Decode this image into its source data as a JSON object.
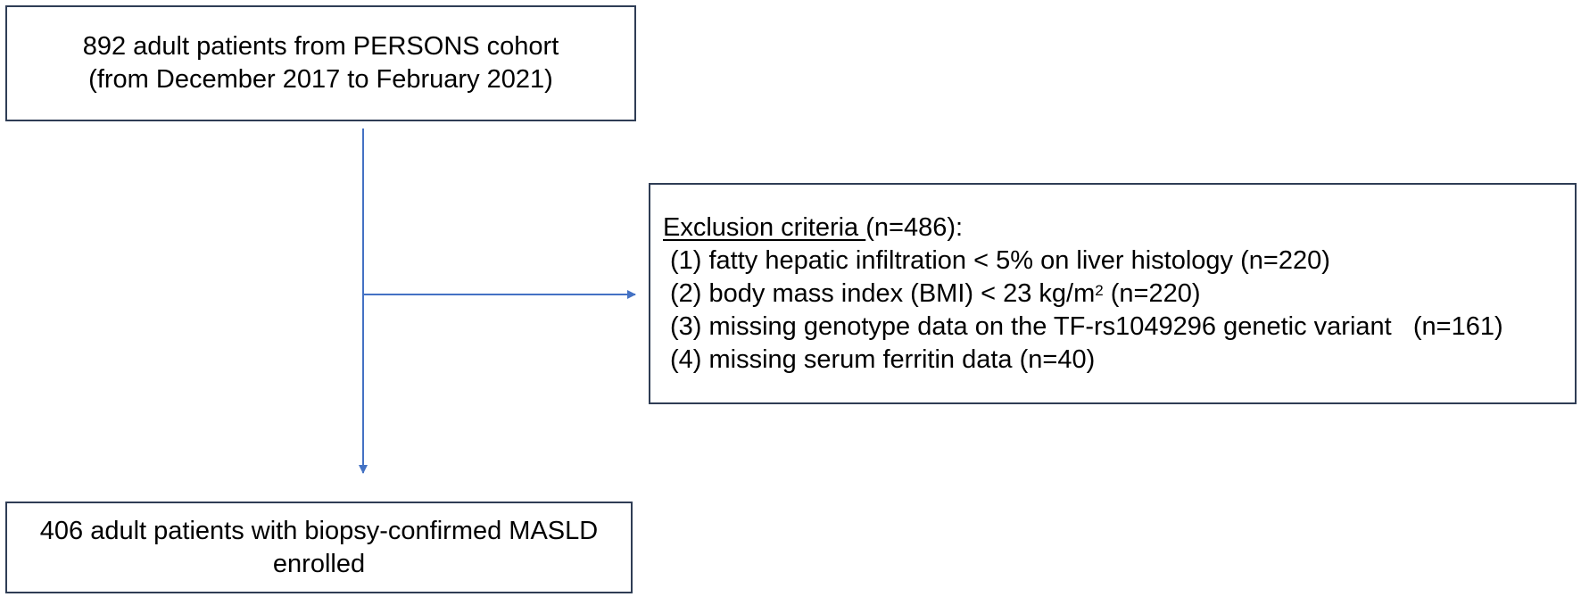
{
  "top_box": {
    "line1": "892 adult patients from PERSONS cohort",
    "line2": "(from December 2017 to February 2021)"
  },
  "exclusion_box": {
    "heading": "Exclusion criteria ",
    "heading_count": "(n=486):",
    "criteria": [
      "(1) fatty hepatic infiltration < 5% on liver histology (n=220)",
      "(2) body mass index (BMI) < 23 kg/m",
      "(3) missing genotype data on the TF-rs1049296 genetic variant   (n=161)",
      "(4) missing serum ferritin data (n=40)"
    ],
    "criterion2_superscript": "2",
    "criterion2_suffix": " (n=220)"
  },
  "bottom_box": {
    "line1": "406 adult patients with biopsy-confirmed MASLD",
    "line2": "enrolled"
  },
  "colors": {
    "arrow": "#4472c4",
    "box_border": "#2f3d55"
  }
}
